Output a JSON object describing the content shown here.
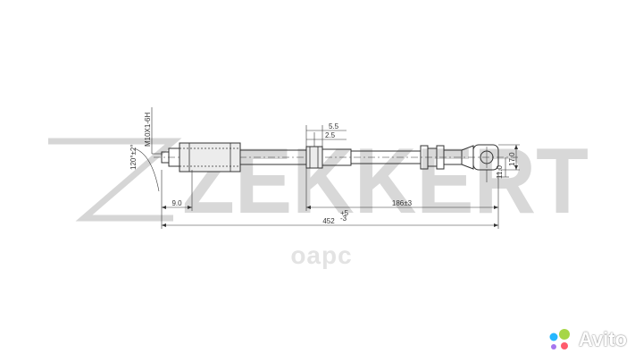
{
  "brand": {
    "logo_text": "ZEKKERT",
    "watermark_text": "оарс",
    "marketplace": "Avito"
  },
  "drawing": {
    "labels": {
      "thread": "M10X1-6H",
      "angle": "120°±2°",
      "len_fitting": "9.0",
      "dim_5_5": "5.5",
      "dim_2_5": "2.5",
      "dim_186": "186±3",
      "dim_452": "452",
      "dim_452_tol_upper": "+5",
      "dim_452_tol_lower": "-3",
      "dim_17": "17.0",
      "dim_11": "11.0"
    }
  },
  "colors": {
    "line": "#333333",
    "watermark": "#d8d8d8",
    "avito_dots": [
      "#97cf26",
      "#0af",
      "#ff4053",
      "#965eeb"
    ]
  }
}
